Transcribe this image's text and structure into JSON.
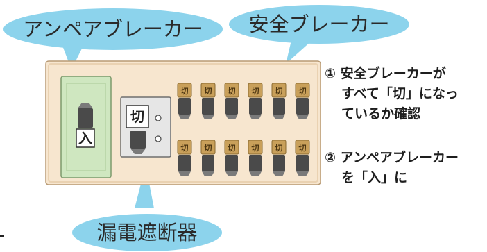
{
  "labels": {
    "ampere_breaker": "アンペアブレーカー",
    "safety_breaker": "安全ブレーカー",
    "leakage_breaker": "漏電遮断器"
  },
  "switch_text": {
    "on": "入",
    "off": "切"
  },
  "steps": [
    {
      "number": "①",
      "lines": [
        "安全ブレーカーが",
        "すべて「切」になっ",
        "ているか確認"
      ]
    },
    {
      "number": "②",
      "lines": [
        "アンペアブレーカー",
        "を「入」に"
      ]
    }
  ],
  "colors": {
    "bubble": "#8cd3ec",
    "panel": "#f7e6cf",
    "ampere_housing": "#cfe7c0",
    "badge": "#c9a05a",
    "switch_dark": "#4a4a4a"
  }
}
